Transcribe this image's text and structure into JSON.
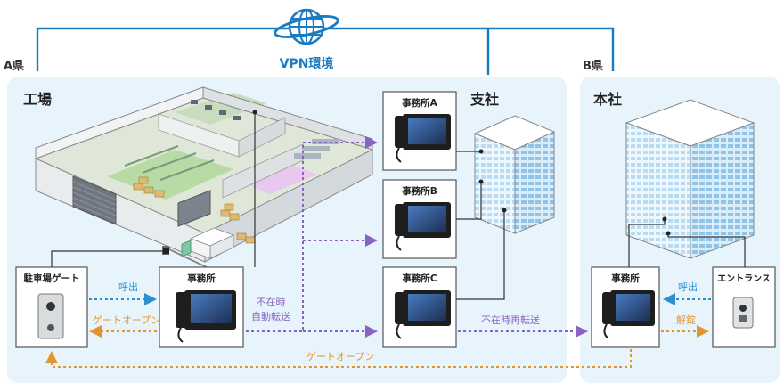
{
  "network": {
    "label": "VPN環境"
  },
  "regions": {
    "a": "A県",
    "b": "B県"
  },
  "sites": {
    "factory": "工場",
    "branch": "支社",
    "hq": "本社"
  },
  "devices": {
    "parking_gate": "駐車場ゲート",
    "factory_office": "事務所",
    "office_a": "事務所A",
    "office_b": "事務所B",
    "office_c": "事務所C",
    "hq_office": "事務所",
    "entrance": "エントランス"
  },
  "flows": {
    "call_factory": "呼出",
    "gate_open_factory": "ゲートオープン",
    "absence_line1": "不在時",
    "absence_line2": "自動転送",
    "absence_reforward": "不在時再転送",
    "call_hq": "呼出",
    "unlock": "解錠",
    "gate_open_remote": "ゲートオープン"
  },
  "colors": {
    "panel_bg": "#e8f4fb",
    "network_line": "#1a7bc0",
    "call_blue": "#2e8fd0",
    "open_orange": "#e2952e",
    "forward_purple": "#8a63c2",
    "label_gray": "#3a3a3a"
  }
}
